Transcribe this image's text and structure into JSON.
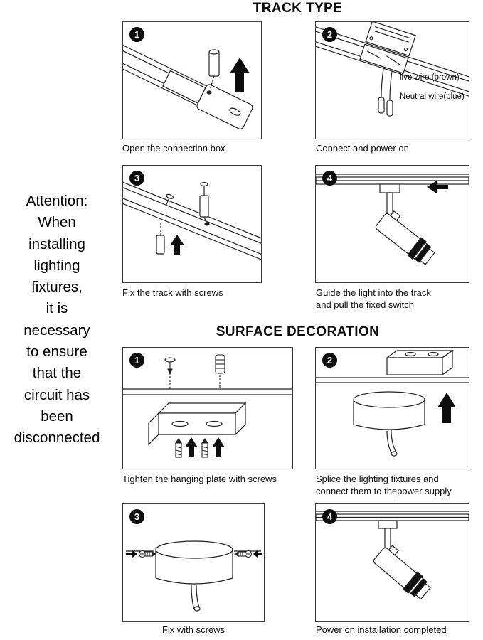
{
  "attention_note": "Attention:\nWhen\ninstalling\nlighting\nfixtures,\nit is\nnecessary\nto ensure\nthat the\ncircuit has\nbeen\ndisconnected",
  "track_type": {
    "title": "TRACK TYPE",
    "steps": [
      {
        "number": "1",
        "caption": "Open the connection box"
      },
      {
        "number": "2",
        "caption": "Connect and power on",
        "wire_labels": {
          "live": "live wire (brown)",
          "neutral": "Neutral wire(blue)"
        }
      },
      {
        "number": "3",
        "caption": "Fix the track with screws"
      },
      {
        "number": "4",
        "caption": "Guide the light into the track\nand pull the fixed switch"
      }
    ]
  },
  "surface_decoration": {
    "title": "SURFACE DECORATION",
    "steps": [
      {
        "number": "1",
        "caption": "Tighten the hanging plate with screws"
      },
      {
        "number": "2",
        "caption": "Splice the lighting fixtures and\nconnect them to thepower supply"
      },
      {
        "number": "3",
        "caption": "Fix with screws"
      },
      {
        "number": "4",
        "caption": "Power on installation completed"
      }
    ]
  },
  "icons": {
    "up_arrow": "up-arrow",
    "left_arrow": "left-arrow",
    "right_arrow": "right-arrow"
  },
  "colors": {
    "ink": "#0d0d0d",
    "line": "#222222",
    "background": "#ffffff"
  }
}
